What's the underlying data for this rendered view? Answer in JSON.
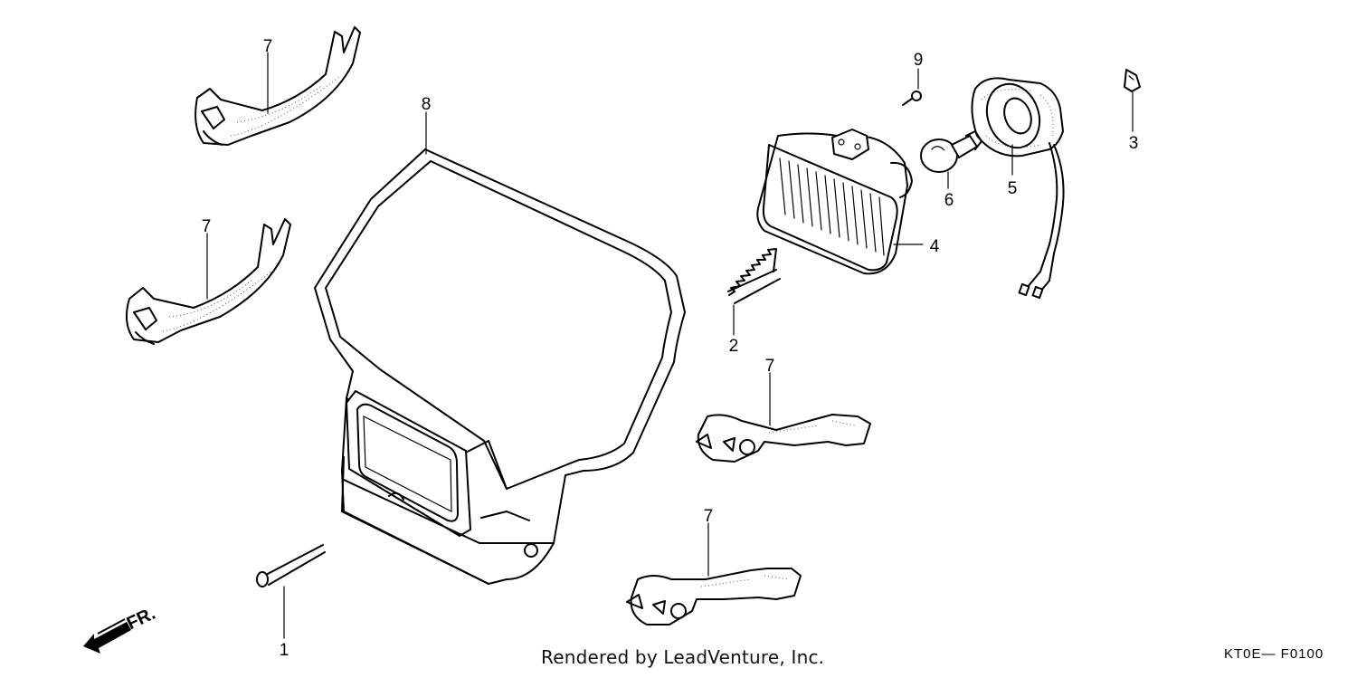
{
  "diagram": {
    "callouts": [
      "1",
      "2",
      "3",
      "4",
      "5",
      "6",
      "7",
      "8",
      "9"
    ],
    "direction_label": "FR.",
    "credit": "Rendered by LeadVenture, Inc.",
    "diagram_code": "KT0E— F0100"
  }
}
